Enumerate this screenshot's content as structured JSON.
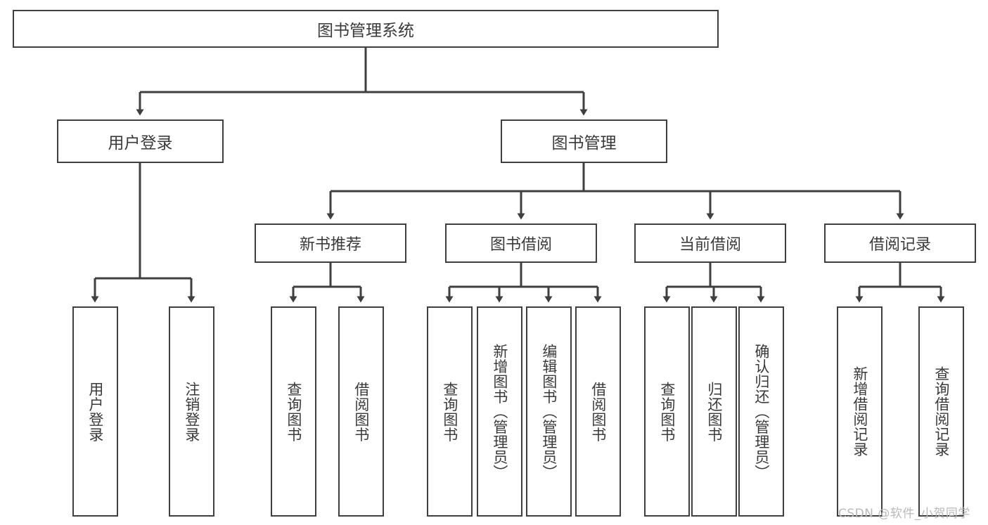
{
  "diagram": {
    "title": "图书管理系统",
    "root": {
      "id": "root",
      "label": "图书管理系统"
    },
    "level1": [
      {
        "id": "user-login",
        "label": "用户登录"
      },
      {
        "id": "book-management",
        "label": "图书管理"
      }
    ],
    "level2": [
      {
        "id": "new-book-recommend",
        "label": "新书推荐"
      },
      {
        "id": "book-borrow",
        "label": "图书借阅"
      },
      {
        "id": "current-borrow",
        "label": "当前借阅"
      },
      {
        "id": "borrow-record",
        "label": "借阅记录"
      }
    ],
    "leaves": [
      {
        "id": "leaf-user-login",
        "label": "用户登录",
        "parent": "user-login"
      },
      {
        "id": "leaf-logout-login",
        "label": "注销登录",
        "parent": "user-login"
      },
      {
        "id": "leaf-query-book-1",
        "label": "查询图书",
        "parent": "new-book-recommend"
      },
      {
        "id": "leaf-borrow-book-1",
        "label": "借阅图书",
        "parent": "new-book-recommend"
      },
      {
        "id": "leaf-query-book-2",
        "label": "查询图书",
        "parent": "book-borrow"
      },
      {
        "id": "leaf-add-book",
        "label": "新增图书（管理员）",
        "parent": "book-borrow"
      },
      {
        "id": "leaf-edit-book",
        "label": "编辑图书（管理员）",
        "parent": "book-borrow"
      },
      {
        "id": "leaf-borrow-book-2",
        "label": "借阅图书",
        "parent": "book-borrow"
      },
      {
        "id": "leaf-query-book-3",
        "label": "查询图书",
        "parent": "current-borrow"
      },
      {
        "id": "leaf-return-book",
        "label": "归还图书",
        "parent": "current-borrow"
      },
      {
        "id": "leaf-confirm-return",
        "label": "确认归还（管理员）",
        "parent": "current-borrow"
      },
      {
        "id": "leaf-add-record",
        "label": "新增借阅记录",
        "parent": "borrow-record"
      },
      {
        "id": "leaf-query-record",
        "label": "查询借阅记录",
        "parent": "borrow-record"
      }
    ],
    "watermark": "CSDN @软件_小贺同学",
    "colors": {
      "stroke": "#3f3f3f",
      "text": "#3a3a3a",
      "background": "#ffffff",
      "watermark": "#b9b9b9"
    }
  }
}
